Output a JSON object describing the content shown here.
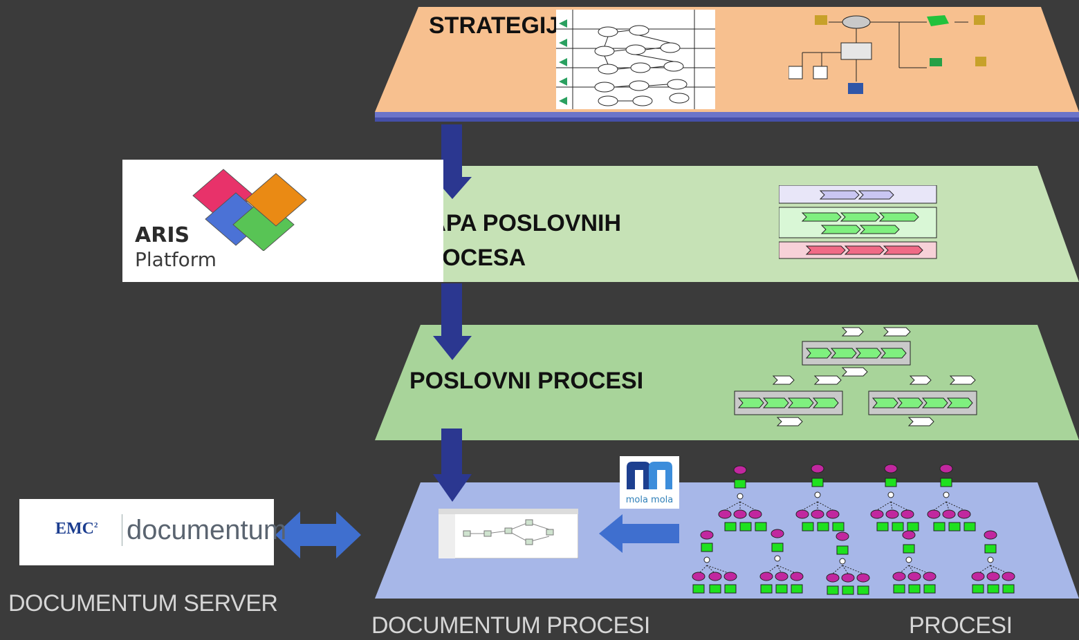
{
  "layers": {
    "strategija": {
      "title": "STRATEGIJA",
      "color": "#f7c08f"
    },
    "mapa": {
      "title_line1": "MAPA POSLOVNIH",
      "title_line2": "PROCESA",
      "color": "#c6e2b6"
    },
    "poslovni": {
      "title": "POSLOVNI PROCESI",
      "color": "#a8d49a"
    },
    "documentum": {
      "color": "#a7b7e8"
    }
  },
  "logos": {
    "aris": {
      "line1": "ARIS",
      "line2": "Platform"
    },
    "emc": {
      "brand": "EMC",
      "superscript": "2",
      "product": "documentum"
    },
    "mola": {
      "text": "mola mola"
    }
  },
  "labels": {
    "documentum_server": "DOCUMENTUM SERVER",
    "documentum_procesi": "DOCUMENTUM PROCESI",
    "procesi": "PROCESI"
  },
  "colors": {
    "arrow": "#2b3790",
    "arrow_blue": "#3f6fcf",
    "magenta_node": "#c1279f",
    "green_node": "#1fe11f"
  }
}
